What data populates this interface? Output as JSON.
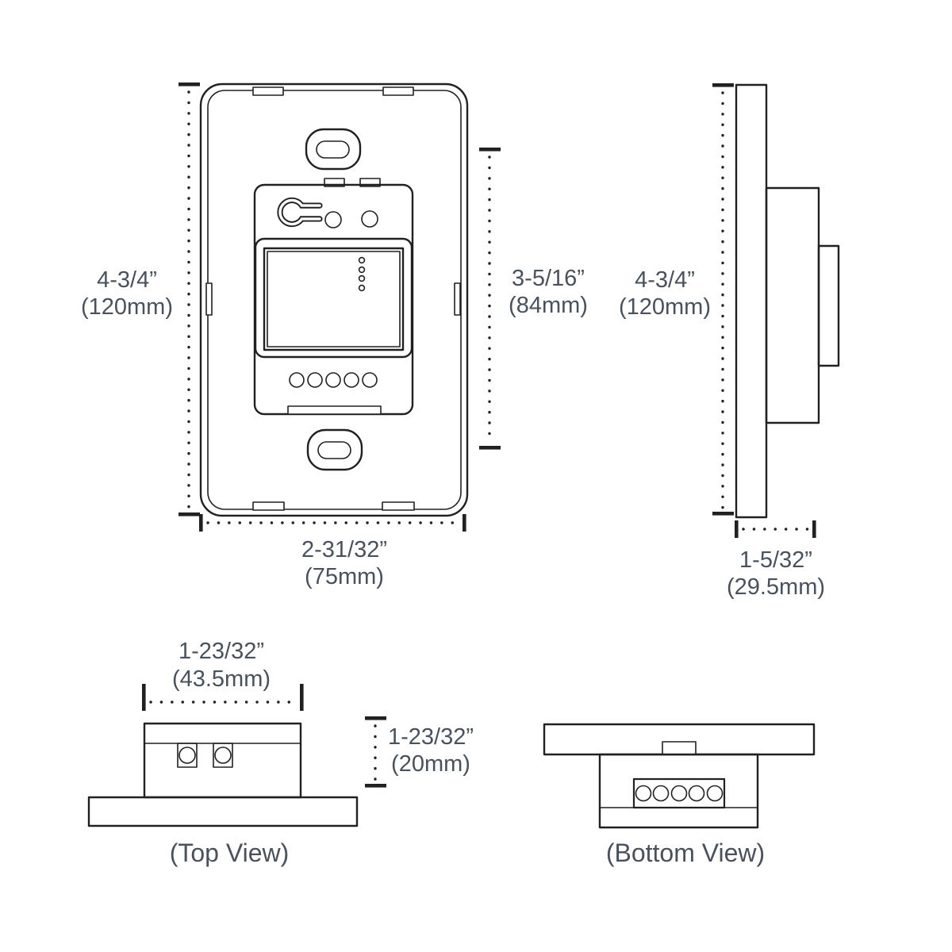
{
  "colors": {
    "line": "#212121",
    "text": "#49525c",
    "bg": "#ffffff"
  },
  "front_view": {
    "height": {
      "in": "4-3/4”",
      "mm": "(120mm)"
    },
    "module_height": {
      "in": "3-5/16”",
      "mm": "(84mm)"
    },
    "width": {
      "in": "2-31/32”",
      "mm": "(75mm)"
    }
  },
  "side_view": {
    "height": {
      "in": "4-3/4”",
      "mm": "(120mm)"
    },
    "depth": {
      "in": "1-5/32”",
      "mm": "(29.5mm)"
    }
  },
  "top_view": {
    "caption": "(Top View)",
    "width": {
      "in": "1-23/32”",
      "mm": "(43.5mm)"
    },
    "depth": {
      "in": "1-23/32”",
      "mm": "(20mm)"
    }
  },
  "bottom_view": {
    "caption": "(Bottom View)"
  }
}
